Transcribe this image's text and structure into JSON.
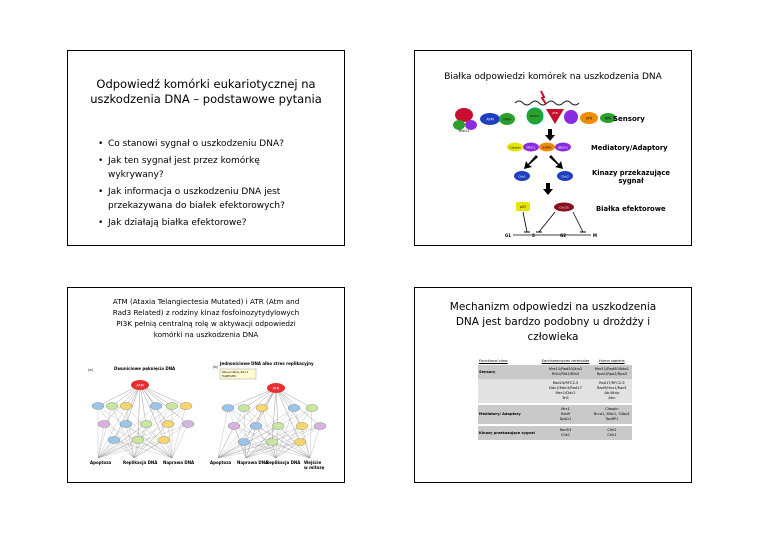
{
  "slide1": {
    "title_line1": "Odpowiedź komórki eukariotycznej na",
    "title_line2": "uszkodzenia DNA – podstawowe pytania",
    "bullets": [
      {
        "line1": "Co stanowi sygnał o uszkodzeniu DNA?",
        "line2": ""
      },
      {
        "line1": "Jak ten sygnał jest przez komórkę",
        "line2": "wykrywany?"
      },
      {
        "line1": "Jak informacja o uszkodzeniu DNA jest",
        "line2": "przekazywana do białek efektorowych?"
      },
      {
        "line1": "Jak działają białka efektorowe?",
        "line2": ""
      }
    ]
  },
  "slide2": {
    "title": "Białka odpowiedzi komórek na uszkodzenia DNA",
    "labels": {
      "sensory": "Sensory",
      "mediatory": "Mediatory/Adaptory",
      "kinazy_line1": "Kinazy przekazujące",
      "kinazy_line2": "sygnał",
      "efektory": "Białka efektorowe"
    },
    "proteins": {
      "mre11": "Mre11",
      "atm": "ATM",
      "atrip": "ATRIP",
      "rad17": "Rad17",
      "atr": "ATR",
      "atr2": "ATR",
      "rpa": "RPA",
      "claspin": "Claspin",
      "mdc1": "MDC1",
      "53bp1": "53BP1",
      "brca1": "BRCA1",
      "chk1": "Chk1",
      "chk2": "Chk2",
      "p53": "p53",
      "cdc25": "Cdc25"
    },
    "phases": [
      "G1",
      "S",
      "G2",
      "M"
    ],
    "colors": {
      "red": "#c8102e",
      "green": "#2ca02c",
      "blue": "#1f3fbf",
      "yellow": "#e5e500",
      "orange": "#f08c00",
      "purple": "#8a2be2"
    }
  },
  "slide3": {
    "title_line1": "ATM (Ataxia Telangiectesia Mutated) i ATR (Atm and",
    "title_line2": "Rad3 Related) z rodziny kinaz fosfoinozytydylowych",
    "title_line3": "PI3K pełnią centralną rolę w aktywacji odpowiedzi",
    "title_line4": "komórki na uszkodzenia DNA",
    "panel_a": {
      "letter": "(a)",
      "title": "Dwuniciowe pęknięcia DNA",
      "top": "ATM",
      "outcomes": [
        "Apoptoza",
        "Replikacja DNA",
        "Naprawa DNA"
      ]
    },
    "panel_b": {
      "letter": "(b)",
      "title": "Jednoniciowe DNA albo stres replikacyjny",
      "box_line1": "Rhis-proteins, Rad 1",
      "box_line2": "TopBP1/Rfc",
      "top": "ATR",
      "outcomes": [
        "Apoptoza",
        "Naprawa DNA",
        "Replikacja DNA",
        "Wejście",
        "w mitozę"
      ]
    }
  },
  "slide4": {
    "title_line1": "Mechanizm odpowiedzi na uszkodzenia",
    "title_line2": "DNA jest bardzo podobny u drożdży i",
    "title_line3": "człowieka",
    "table": {
      "headers": [
        "Functional class",
        "Saccharomyces cerevisiae",
        "Homo sapiens"
      ],
      "rows": [
        {
          "label": "Sensory",
          "yeast": [
            "Mre11/Rad50/Xrs2",
            "Rfa1/Rfa2/Rfa3"
          ],
          "human": [
            "Mre11/Rad50/Nbs1",
            "Rpa1/Rpa2/Rpa3"
          ]
        },
        {
          "label": "",
          "yeast": [
            "Rad24/RFC2-5",
            "Ddc1/Mec3/Rad17",
            "Mec1/Ddc2",
            "Tel1"
          ],
          "human": [
            "Rad17/RFC2-5",
            "Rad9/Hus1/Rad1",
            "Atr/Atrip",
            "Atm"
          ]
        },
        {
          "label": "Mediatory/ Adaptory",
          "yeast": [
            "Mrc1",
            "Rad9",
            "Dpb11"
          ],
          "human": [
            "Claspin",
            "Brca1, Mdc1, 53bp1",
            "TopBP1"
          ]
        },
        {
          "label": "Kinazy przekazujące sygnał",
          "yeast": [
            "Rad53",
            "Chk1"
          ],
          "human": [
            "Chk2",
            "Chk1"
          ]
        }
      ]
    }
  }
}
